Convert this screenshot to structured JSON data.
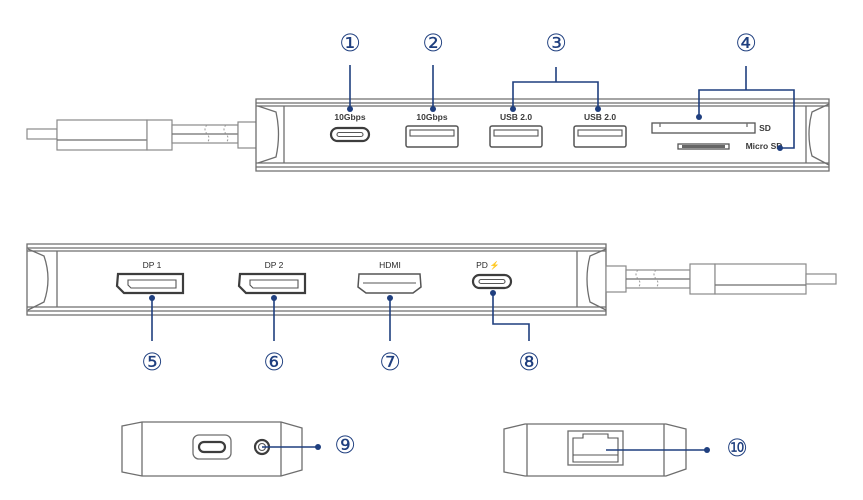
{
  "diagram": {
    "title": "USB-C Docking Hub Port Layout",
    "colors": {
      "callout": "#1f3f7f",
      "outline": "#6e6e6e",
      "port": "#3d3d3d"
    },
    "top_view": {
      "ports": [
        {
          "number": "1",
          "label": "10Gbps",
          "type": "usb-c"
        },
        {
          "number": "2",
          "label": "10Gbps",
          "type": "usb-a"
        },
        {
          "number": "3",
          "label": "USB 2.0",
          "type": "usb-a"
        },
        {
          "number": "3",
          "label": "USB 2.0",
          "type": "usb-a"
        },
        {
          "number": "4",
          "label": "SD",
          "type": "sd-slot"
        },
        {
          "number": "4",
          "label": "Micro SD",
          "type": "microsd-slot"
        }
      ]
    },
    "bottom_view": {
      "ports": [
        {
          "number": "5",
          "label": "DP 1",
          "type": "displayport"
        },
        {
          "number": "6",
          "label": "DP 2",
          "type": "displayport"
        },
        {
          "number": "7",
          "label": "HDMI",
          "type": "hdmi"
        },
        {
          "number": "8",
          "label": "PD",
          "type": "usb-c-pd",
          "icon": "lightning-icon"
        }
      ]
    },
    "end_views": [
      {
        "number": "9",
        "label": "",
        "type": "audio-jack"
      },
      {
        "number": "10",
        "label": "",
        "type": "ethernet"
      }
    ],
    "callout_numbers": {
      "n1": "①",
      "n2": "②",
      "n3": "③",
      "n4": "④",
      "n5": "⑤",
      "n6": "⑥",
      "n7": "⑦",
      "n8": "⑧",
      "n9": "⑨",
      "n10": "⑩"
    },
    "labels": {
      "p1": "10Gbps",
      "p2": "10Gbps",
      "p3a": "USB 2.0",
      "p3b": "USB 2.0",
      "sd": "SD",
      "microsd": "Micro SD",
      "dp1": "DP 1",
      "dp2": "DP 2",
      "hdmi": "HDMI",
      "pd": "PD",
      "pd_symbol": "⚡"
    }
  }
}
